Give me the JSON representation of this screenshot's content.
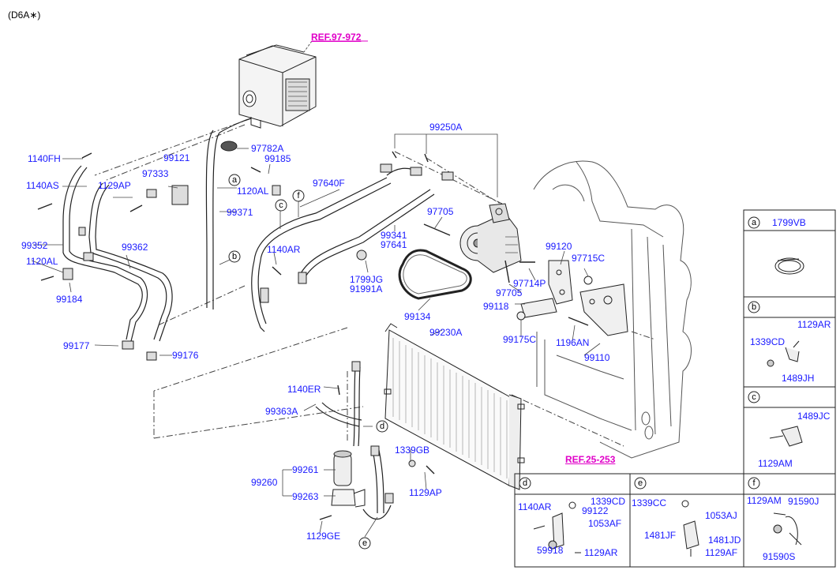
{
  "variant_label": "(D6A∗)",
  "refs": {
    "ref_97_972": "REF.97-972",
    "ref_25_253": "REF.25-253"
  },
  "callouts": {
    "a": "a",
    "b": "b",
    "c": "c",
    "d": "d",
    "e": "e",
    "f": "f"
  },
  "part_labels": {
    "p1140FH": "1140FH",
    "p1140AS": "1140AS",
    "p99121": "99121",
    "p97333": "97333",
    "p1129AP_top": "1129AP",
    "p99185": "99185",
    "p1120AL_top": "1120AL",
    "p97782A": "97782A",
    "p97640F": "97640F",
    "p99371": "99371",
    "p99352": "99352",
    "p99362": "99362",
    "p1120AL_left": "1120AL",
    "p99184": "99184",
    "p99177": "99177",
    "p99176": "99176",
    "p1140AR_mid": "1140AR",
    "p99250A": "99250A",
    "p97705_top": "97705",
    "p99341": "99341",
    "p97641": "97641",
    "p1799JG": "1799JG",
    "p91991A": "91991A",
    "p99134": "99134",
    "p99120": "99120",
    "p97715C": "97715C",
    "p97714P": "97714P",
    "p97705_bot": "97705",
    "p99118": "99118",
    "p99175C": "99175C",
    "p1196AN": "1196AN",
    "p99110": "99110",
    "p99230A": "99230A",
    "p1140ER": "1140ER",
    "p99363A": "99363A",
    "p1339GB": "1339GB",
    "p1129AP_bot": "1129AP",
    "p99260": "99260",
    "p99261": "99261",
    "p99263": "99263",
    "p1129GE": "1129GE"
  },
  "side_panels": [
    {
      "letter": "a",
      "parts": [
        "1799VB"
      ]
    },
    {
      "letter": "b",
      "parts": [
        "1129AR",
        "1339CD",
        "1489JH"
      ]
    },
    {
      "letter": "c",
      "parts": [
        "1489JC",
        "1129AM"
      ]
    }
  ],
  "bottom_panels": [
    {
      "letter": "d",
      "parts": [
        "1140AR",
        "1339CD",
        "99122",
        "1053AF",
        "59918",
        "1129AR"
      ]
    },
    {
      "letter": "e",
      "parts": [
        "1339CC",
        "1053AJ",
        "1481JF",
        "1481JD",
        "1129AF"
      ]
    },
    {
      "letter": "f",
      "parts": [
        "1129AM",
        "91590J",
        "91590S"
      ]
    }
  ]
}
